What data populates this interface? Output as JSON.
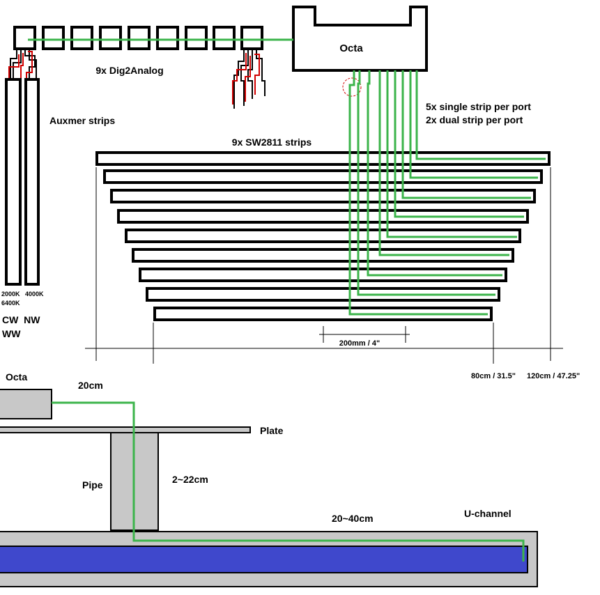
{
  "labels": {
    "octa_top": "Octa",
    "dig2analog": "9x Dig2Analog",
    "auxmer": "Auxmer strips",
    "ports_single": "5x single strip per port",
    "ports_dual": "2x dual strip per port",
    "sw2811": "9x SW2811 strips",
    "k2000": "2000K",
    "k4000": "4000K",
    "k6400": "6400K",
    "cw_nw": "CW  NW",
    "ww": "WW",
    "spacing": "200mm / 4\"",
    "width_80": "80cm / 31.5\"",
    "width_120": "120cm / 47.25\"",
    "octa_bottom": "Octa",
    "cm20": "20cm",
    "plate": "Plate",
    "pipe": "Pipe",
    "cm2_22": "2~22cm",
    "cm20_40": "20~40cm",
    "uchannel": "U-channel"
  },
  "colors": {
    "wire": "#3cb44b",
    "red_wire": "#d00000",
    "grey": "#c8c8c8",
    "channel_blue": "#3f48cc",
    "outline": "#000000"
  }
}
